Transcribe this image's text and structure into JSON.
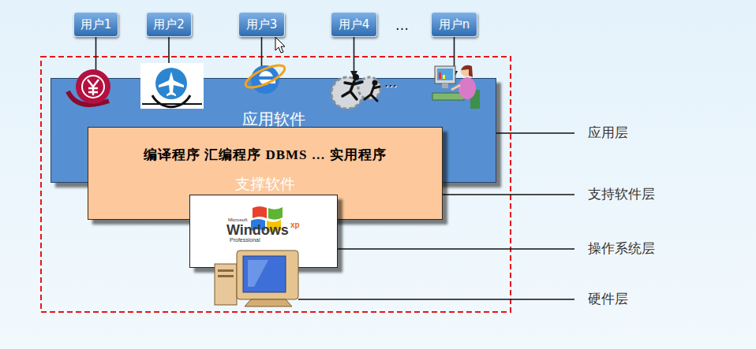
{
  "diagram": {
    "nodes": [
      {
        "text": [
          "用户1"
        ]
      },
      {
        "text": [
          "用户2"
        ]
      },
      {
        "text": [
          "用户3"
        ]
      },
      {
        "text": [
          "用户4"
        ]
      },
      {
        "text": [
          "用户n"
        ]
      },
      {
        "text": [
          "应用软件"
        ]
      },
      {
        "text": [
          "编译程序 汇编程序 DBMS … 实用程序",
          "支撑软件"
        ]
      },
      {
        "text": [
          "Microsoft",
          "Windows",
          "xp",
          "Professional"
        ]
      }
    ],
    "edges": [
      {
        "from": 0,
        "to": 5,
        "arrow": "to"
      },
      {
        "from": 1,
        "to": 5,
        "arrow": "to"
      },
      {
        "from": 2,
        "to": 5,
        "arrow": "to"
      },
      {
        "from": 3,
        "to": 5,
        "arrow": "to"
      },
      {
        "from": 4,
        "to": 5,
        "arrow": "to"
      }
    ],
    "labels": [
      "…",
      "…",
      "应用层",
      "支持软件层",
      "操作系统层",
      "硬件层"
    ]
  }
}
